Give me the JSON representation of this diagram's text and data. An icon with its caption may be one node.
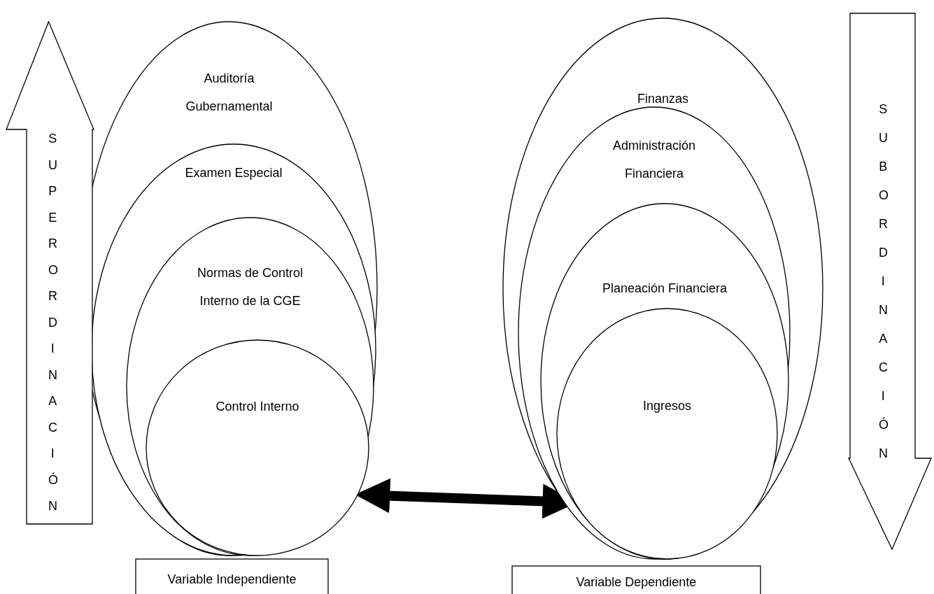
{
  "diagram": {
    "nodes": [
      {
        "text": [
          "Auditoría Gubernamental"
        ]
      },
      {
        "text": [
          "Examen Especial"
        ],
        "in": 0
      },
      {
        "text": [
          "Normas de Control Interno de la CGE"
        ],
        "in": 1
      },
      {
        "text": [
          "Control Interno"
        ],
        "in": 2
      },
      {
        "text": [
          "Finanzas"
        ]
      },
      {
        "text": [
          "Administración Financiera"
        ],
        "in": 4
      },
      {
        "text": [
          "Planeación Financiera"
        ],
        "in": 5
      },
      {
        "text": [
          "Ingresos"
        ],
        "in": 6
      },
      {
        "text": [
          "Variable Independiente"
        ]
      },
      {
        "text": [
          "Variable Dependiente"
        ]
      },
      {
        "text": [
          "SUPERORDINACIÓN"
        ]
      },
      {
        "text": [
          "SUBORDINACIÓN"
        ]
      }
    ],
    "edges": [
      {
        "from": 3,
        "to": 7,
        "arrow": "both"
      }
    ]
  }
}
